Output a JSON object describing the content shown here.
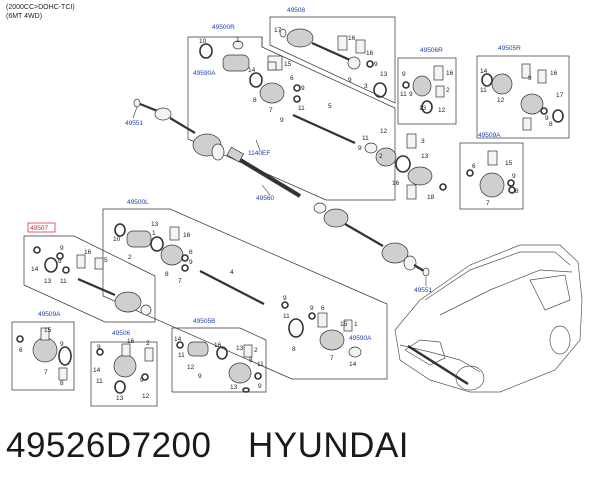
{
  "header": {
    "engine": "(2000CC>DOHC-TCI)",
    "drive": "(6MT 4WD)"
  },
  "callouts": {
    "c49500R": "49500R",
    "c49508": "49508",
    "c49506R": "49506R",
    "c49505R": "49505R",
    "c49590A_top": "49590A",
    "c49551_top": "49551",
    "c1140EF": "1140EF",
    "c49560": "49560",
    "c49509A_right": "49509A",
    "c49500L": "49500L",
    "c49507": "49507",
    "c49551_bottom": "49551",
    "c49509A_left": "49509A",
    "c49506": "49506",
    "c49505B": "49505B",
    "c49590A_bottom": "49590A"
  },
  "numbers": {
    "n1": "1",
    "n2": "2",
    "n3": "3",
    "n4": "4",
    "n5": "5",
    "n6": "6",
    "n7": "7",
    "n8": "8",
    "n9": "9",
    "n10": "10",
    "n11": "11",
    "n12": "12",
    "n13": "13",
    "n14": "14",
    "n15": "15",
    "n16": "16",
    "n17": "17",
    "n18": "18"
  },
  "footer": {
    "part_number": "49526D7200",
    "brand": "HYUNDAI"
  },
  "colors": {
    "callout_blue": "#1a3fb0",
    "callout_red": "#c0262d",
    "line": "#333333"
  }
}
